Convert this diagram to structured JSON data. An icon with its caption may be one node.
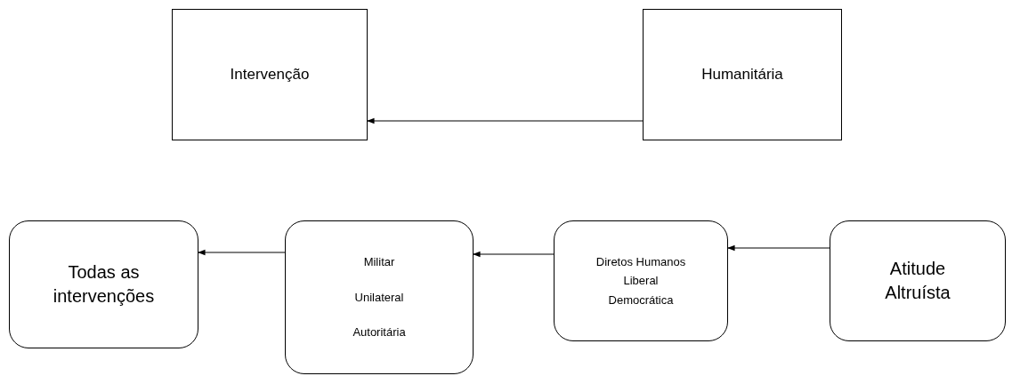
{
  "diagram": {
    "nodes": [
      {
        "text": [
          "Intervenção"
        ]
      },
      {
        "text": [
          "Humanitária"
        ]
      },
      {
        "text": [
          "Todas as intervenções"
        ]
      },
      {
        "text": [
          "Militar",
          "Unilateral",
          "Autoritária"
        ]
      },
      {
        "text": [
          "Diretos Humanos",
          "Liberal",
          "Democrática"
        ]
      },
      {
        "text": [
          "Atitude Altruísta"
        ]
      }
    ],
    "edges": [
      {
        "from": 1,
        "to": 0,
        "arrow": "to"
      },
      {
        "from": 3,
        "to": 2,
        "arrow": "to"
      },
      {
        "from": 4,
        "to": 3,
        "arrow": "to"
      },
      {
        "from": 5,
        "to": 4,
        "arrow": "to"
      }
    ]
  }
}
